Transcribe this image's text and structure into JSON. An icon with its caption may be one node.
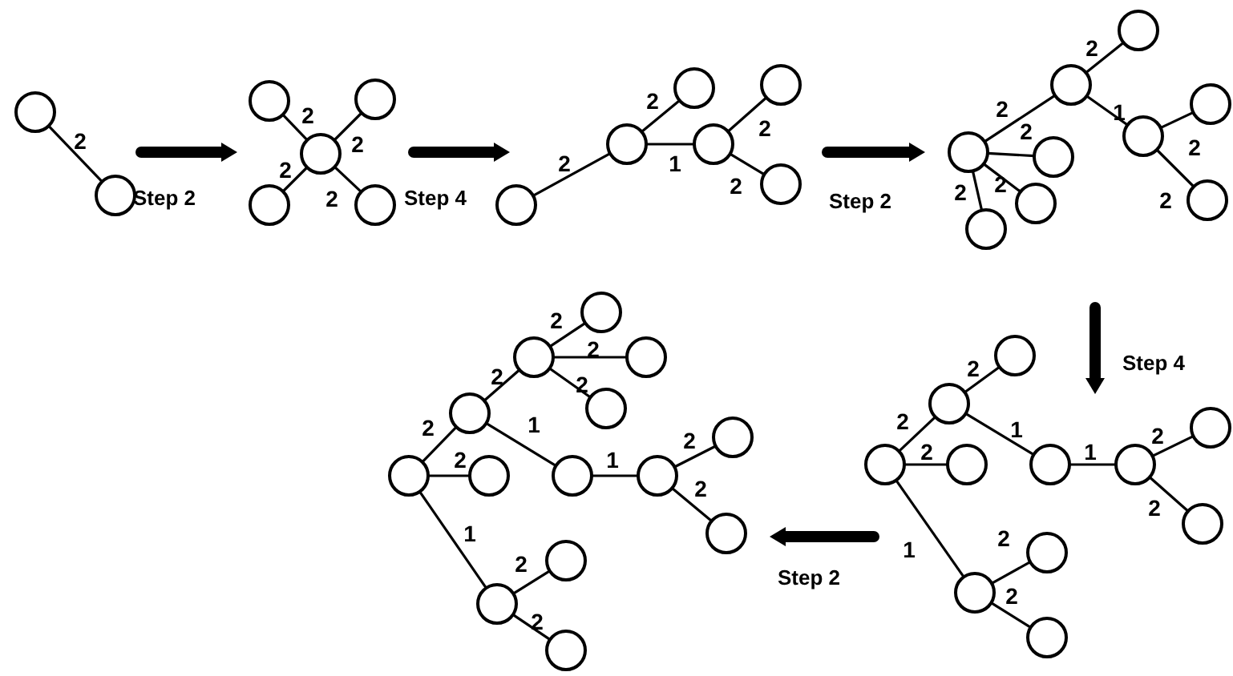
{
  "diagram": {
    "nodes": [
      {
        "text": [],
        "shape": "circle"
      },
      {
        "text": [],
        "shape": "circle"
      },
      {
        "text": [],
        "shape": "circle"
      },
      {
        "text": [],
        "shape": "circle"
      },
      {
        "text": [],
        "shape": "circle"
      },
      {
        "text": [],
        "shape": "circle"
      },
      {
        "text": [],
        "shape": "circle"
      },
      {
        "text": [],
        "shape": "circle"
      },
      {
        "text": [],
        "shape": "circle"
      },
      {
        "text": [],
        "shape": "circle"
      },
      {
        "text": [],
        "shape": "circle"
      },
      {
        "text": [],
        "shape": "circle"
      },
      {
        "text": [],
        "shape": "circle"
      },
      {
        "text": [],
        "shape": "circle"
      },
      {
        "text": [],
        "shape": "circle"
      },
      {
        "text": [],
        "shape": "circle"
      },
      {
        "text": [],
        "shape": "circle"
      },
      {
        "text": [],
        "shape": "circle"
      },
      {
        "text": [],
        "shape": "circle"
      },
      {
        "text": [],
        "shape": "circle"
      },
      {
        "text": [],
        "shape": "circle"
      },
      {
        "text": [],
        "shape": "circle"
      },
      {
        "text": [],
        "shape": "circle"
      },
      {
        "text": [],
        "shape": "circle"
      },
      {
        "text": [],
        "shape": "circle"
      },
      {
        "text": [],
        "shape": "circle"
      },
      {
        "text": [],
        "shape": "circle"
      },
      {
        "text": [],
        "shape": "circle"
      },
      {
        "text": [],
        "shape": "circle"
      },
      {
        "text": [],
        "shape": "circle"
      },
      {
        "text": [],
        "shape": "circle"
      },
      {
        "text": [],
        "shape": "circle"
      },
      {
        "text": [],
        "shape": "circle"
      },
      {
        "text": [],
        "shape": "circle"
      },
      {
        "text": [],
        "shape": "circle"
      },
      {
        "text": [],
        "shape": "circle"
      },
      {
        "text": [],
        "shape": "circle"
      },
      {
        "text": [],
        "shape": "circle"
      },
      {
        "text": [],
        "shape": "circle"
      },
      {
        "text": [],
        "shape": "circle"
      },
      {
        "text": [],
        "shape": "circle"
      },
      {
        "text": [],
        "shape": "circle"
      },
      {
        "text": [],
        "shape": "circle"
      },
      {
        "text": [],
        "shape": "circle"
      },
      {
        "text": [],
        "shape": "circle"
      },
      {
        "text": [],
        "shape": "circle"
      },
      {
        "text": [],
        "shape": "circle"
      }
    ],
    "edges": [
      {
        "from": 0,
        "to": 1,
        "arrow": "none",
        "label": "2"
      },
      {
        "from": 2,
        "to": 3,
        "arrow": "none",
        "label": "2"
      },
      {
        "from": 2,
        "to": 4,
        "arrow": "none",
        "label": "2"
      },
      {
        "from": 2,
        "to": 5,
        "arrow": "none",
        "label": "2"
      },
      {
        "from": 2,
        "to": 6,
        "arrow": "none",
        "label": "2"
      },
      {
        "from": 7,
        "to": 8,
        "arrow": "none",
        "label": "2"
      },
      {
        "from": 8,
        "to": 9,
        "arrow": "none",
        "label": "2"
      },
      {
        "from": 8,
        "to": 10,
        "arrow": "none",
        "label": "1"
      },
      {
        "from": 10,
        "to": 11,
        "arrow": "none",
        "label": "2"
      },
      {
        "from": 10,
        "to": 12,
        "arrow": "none",
        "label": "2"
      },
      {
        "from": 13,
        "to": 14,
        "arrow": "none",
        "label": "2"
      },
      {
        "from": 14,
        "to": 15,
        "arrow": "none",
        "label": "2"
      },
      {
        "from": 14,
        "to": 16,
        "arrow": "none",
        "label": "1"
      },
      {
        "from": 16,
        "to": 17,
        "arrow": "none",
        "label": "2"
      },
      {
        "from": 16,
        "to": 18,
        "arrow": "none",
        "label": "2"
      },
      {
        "from": 13,
        "to": 19,
        "arrow": "none",
        "label": "2"
      },
      {
        "from": 13,
        "to": 20,
        "arrow": "none",
        "label": "2"
      },
      {
        "from": 13,
        "to": 21,
        "arrow": "none",
        "label": "2"
      },
      {
        "from": 22,
        "to": 23,
        "arrow": "none",
        "label": "2"
      },
      {
        "from": 23,
        "to": 24,
        "arrow": "none",
        "label": "2"
      },
      {
        "from": 22,
        "to": 25,
        "arrow": "none",
        "label": "2"
      },
      {
        "from": 23,
        "to": 26,
        "arrow": "none",
        "label": "1"
      },
      {
        "from": 26,
        "to": 27,
        "arrow": "none",
        "label": "1"
      },
      {
        "from": 27,
        "to": 28,
        "arrow": "none",
        "label": "2"
      },
      {
        "from": 27,
        "to": 29,
        "arrow": "none",
        "label": "2"
      },
      {
        "from": 22,
        "to": 30,
        "arrow": "none",
        "label": "1"
      },
      {
        "from": 30,
        "to": 31,
        "arrow": "none",
        "label": "2"
      },
      {
        "from": 30,
        "to": 32,
        "arrow": "none",
        "label": "2"
      },
      {
        "from": 33,
        "to": 34,
        "arrow": "none",
        "label": "2"
      },
      {
        "from": 34,
        "to": 35,
        "arrow": "none",
        "label": "2"
      },
      {
        "from": 35,
        "to": 36,
        "arrow": "none",
        "label": "2"
      },
      {
        "from": 35,
        "to": 37,
        "arrow": "none",
        "label": "2"
      },
      {
        "from": 35,
        "to": 38,
        "arrow": "none",
        "label": "2"
      },
      {
        "from": 33,
        "to": 39,
        "arrow": "none",
        "label": "2"
      },
      {
        "from": 34,
        "to": 40,
        "arrow": "none",
        "label": "1"
      },
      {
        "from": 40,
        "to": 41,
        "arrow": "none",
        "label": "1"
      },
      {
        "from": 41,
        "to": 42,
        "arrow": "none",
        "label": "2"
      },
      {
        "from": 41,
        "to": 43,
        "arrow": "none",
        "label": "2"
      },
      {
        "from": 33,
        "to": 44,
        "arrow": "none",
        "label": "1"
      },
      {
        "from": 44,
        "to": 45,
        "arrow": "none",
        "label": "2"
      },
      {
        "from": 44,
        "to": 46,
        "arrow": "none",
        "label": "2"
      }
    ],
    "labels": [
      "Step 2",
      "Step 4",
      "Step 2",
      "Step 4",
      "Step 2"
    ]
  }
}
